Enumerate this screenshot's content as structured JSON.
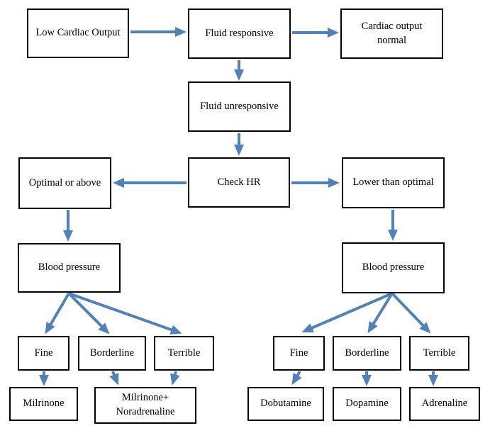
{
  "diagram": {
    "type": "flowchart",
    "nodes": {
      "low_cardiac_output": "Low Cardiac Output",
      "fluid_responsive": "Fluid responsive",
      "cardiac_output_normal": "Cardiac output normal",
      "fluid_unresponsive": "Fluid unresponsive",
      "check_hr": "Check HR",
      "optimal_or_above": "Optimal or above",
      "lower_than_optimal": "Lower than optimal",
      "blood_pressure_left": "Blood pressure",
      "blood_pressure_right": "Blood pressure",
      "fine_left": "Fine",
      "borderline_left": "Borderline",
      "terrible_left": "Terrible",
      "milrinone": "Milrinone",
      "milrinone_noradrenaline": "Milrinone+ Noradrenaline",
      "fine_right": "Fine",
      "borderline_right": "Borderline",
      "terrible_right": "Terrible",
      "dobutamine": "Dobutamine",
      "dopamine": "Dopamine",
      "adrenaline": "Adrenaline"
    },
    "edges": [
      {
        "from": "low_cardiac_output",
        "to": "fluid_responsive"
      },
      {
        "from": "fluid_responsive",
        "to": "cardiac_output_normal"
      },
      {
        "from": "fluid_responsive",
        "to": "fluid_unresponsive"
      },
      {
        "from": "fluid_unresponsive",
        "to": "check_hr"
      },
      {
        "from": "check_hr",
        "to": "optimal_or_above"
      },
      {
        "from": "check_hr",
        "to": "lower_than_optimal"
      },
      {
        "from": "optimal_or_above",
        "to": "blood_pressure_left"
      },
      {
        "from": "lower_than_optimal",
        "to": "blood_pressure_right"
      },
      {
        "from": "blood_pressure_left",
        "to": "fine_left"
      },
      {
        "from": "blood_pressure_left",
        "to": "borderline_left"
      },
      {
        "from": "blood_pressure_left",
        "to": "terrible_left"
      },
      {
        "from": "fine_left",
        "to": "milrinone"
      },
      {
        "from": "borderline_left",
        "to": "milrinone_noradrenaline"
      },
      {
        "from": "terrible_left",
        "to": "milrinone_noradrenaline"
      },
      {
        "from": "blood_pressure_right",
        "to": "fine_right"
      },
      {
        "from": "blood_pressure_right",
        "to": "borderline_right"
      },
      {
        "from": "blood_pressure_right",
        "to": "terrible_right"
      },
      {
        "from": "fine_right",
        "to": "dobutamine"
      },
      {
        "from": "borderline_right",
        "to": "dopamine"
      },
      {
        "from": "terrible_right",
        "to": "adrenaline"
      }
    ],
    "colors": {
      "arrow": "#4f81bd",
      "box_border": "#000000",
      "text": "#000000",
      "background": "#ffffff"
    }
  }
}
